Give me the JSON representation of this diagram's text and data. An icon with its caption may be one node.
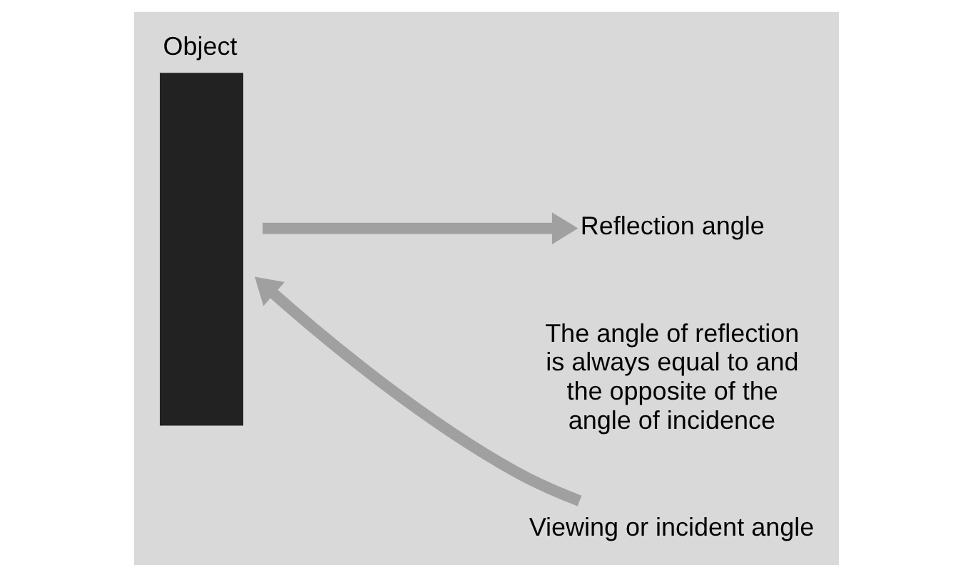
{
  "diagram": {
    "nodes": [
      {
        "text": [
          "Object"
        ]
      },
      {
        "text": [
          "Reflection angle"
        ]
      },
      {
        "text": [
          "Viewing or incident angle"
        ]
      }
    ],
    "edges": [
      {
        "from": 2,
        "to": 0,
        "arrow": "to"
      },
      {
        "from": 0,
        "to": 1,
        "arrow": "to"
      }
    ],
    "labels": [
      "The angle of reflection is always equal to and the opposite of the angle of incidence"
    ]
  }
}
